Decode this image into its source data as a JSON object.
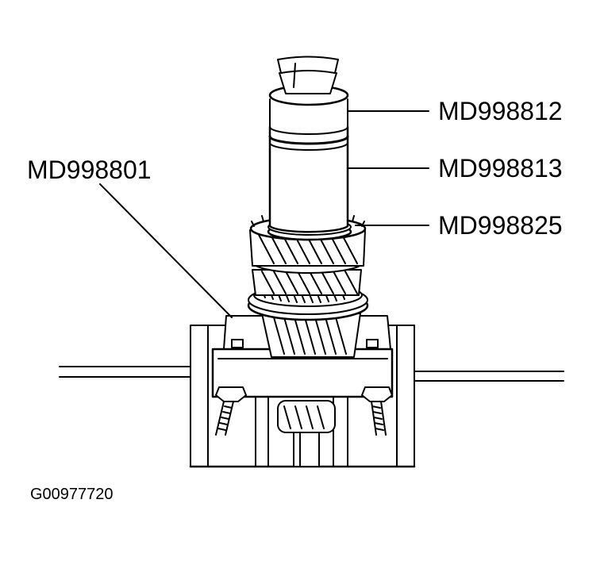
{
  "callouts": {
    "tool_1": "MD998812",
    "tool_2": "MD998813",
    "tool_3": "MD998825",
    "tool_4": "MD998801"
  },
  "figure_id": "G00977720",
  "colors": {
    "ink": "#000000",
    "paper": "#ffffff"
  }
}
